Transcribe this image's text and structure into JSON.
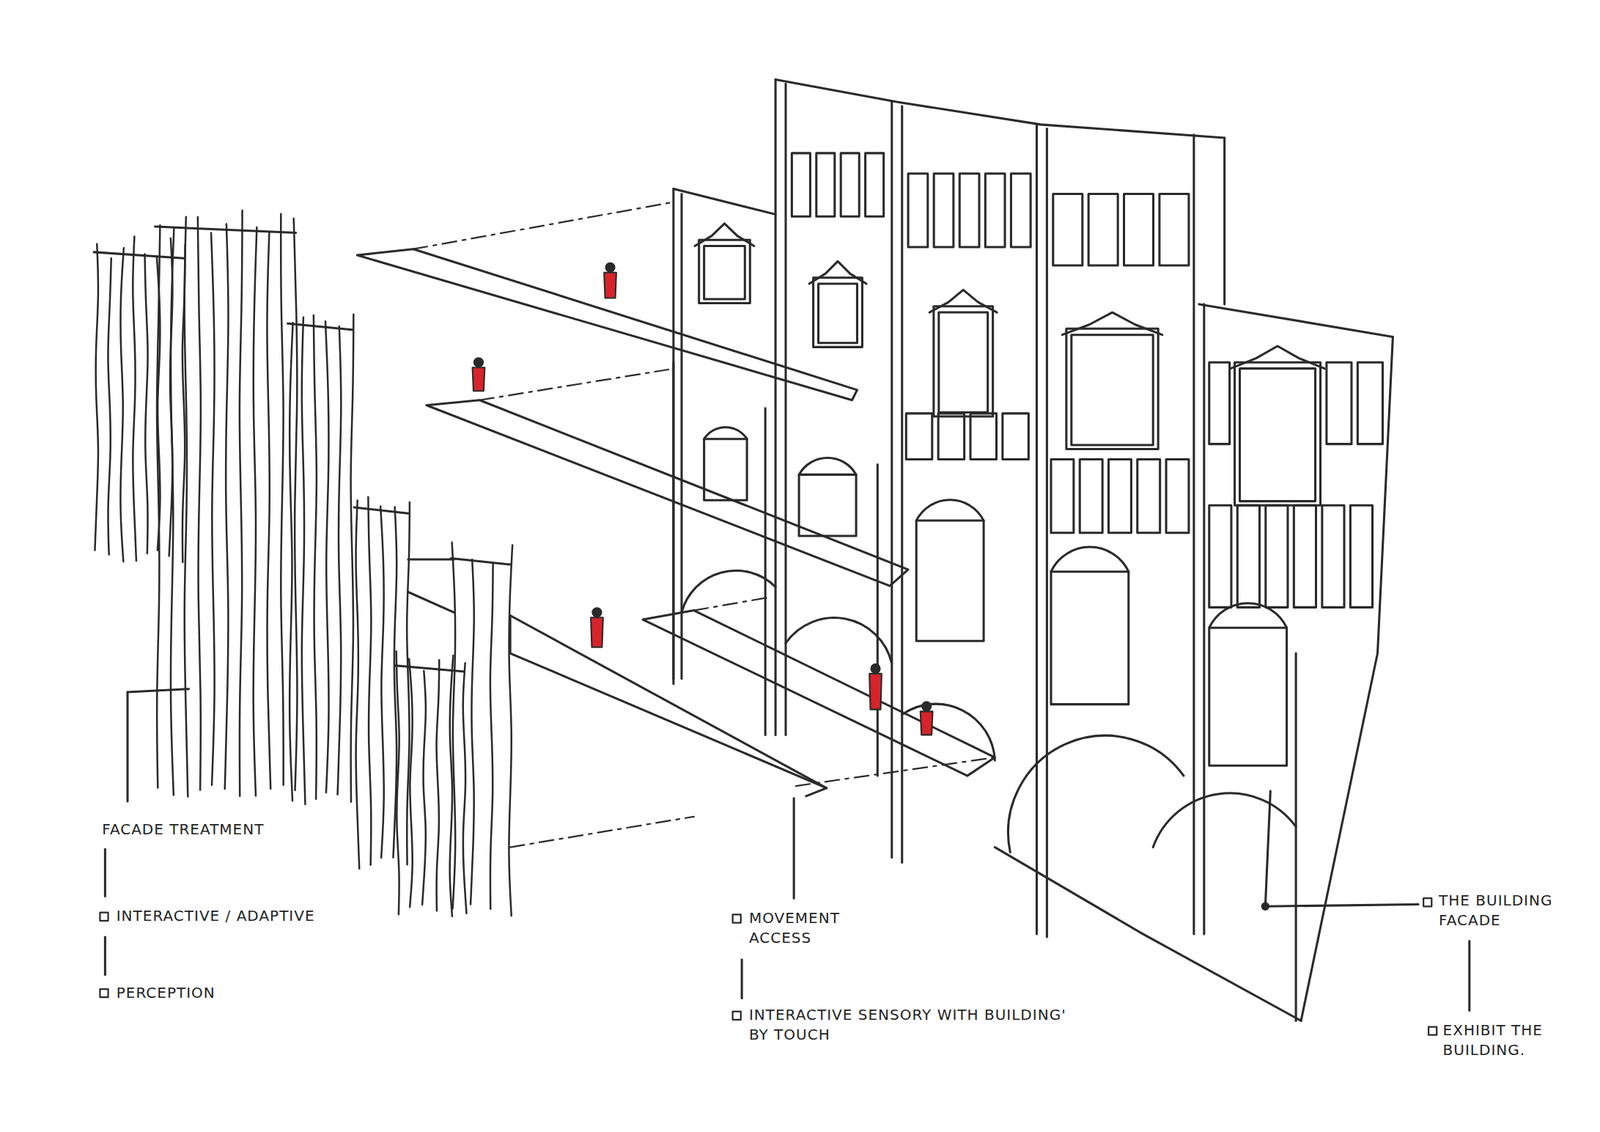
{
  "diagram": {
    "labels": [
      "FACADE TREATMENT",
      "INTERACTIVE / ADAPTIVE",
      "PERCEPTION",
      "MOVEMENT ACCESS",
      "INTERACTIVE SENSORY WITH BUILDING' BY TOUCH",
      "THE BUILDING FACADE",
      "EXHIBIT THE BUILDING."
    ]
  }
}
